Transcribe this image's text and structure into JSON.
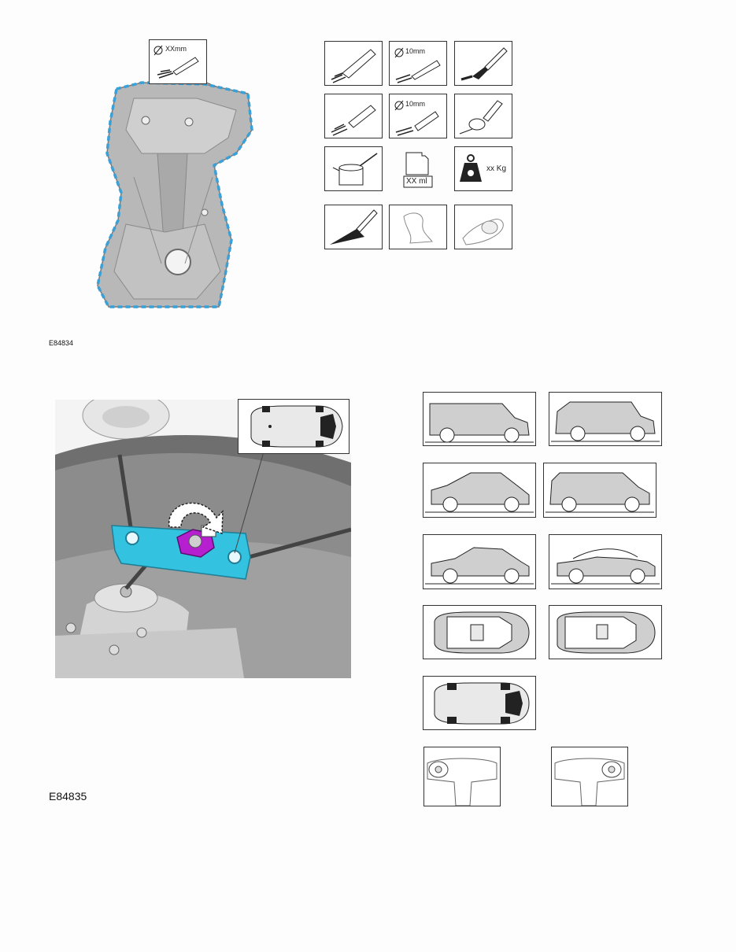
{
  "figures": [
    {
      "id": "E84834",
      "label": "E84834",
      "callout_dimension": "XXmm",
      "tool_icons": [
        {
          "name": "sealant-tube-icon",
          "text": ""
        },
        {
          "name": "sealant-tube-10mm-icon",
          "text": "10mm"
        },
        {
          "name": "brush-icon",
          "text": ""
        },
        {
          "name": "sealant-nozzle-icon",
          "text": ""
        },
        {
          "name": "sealant-nozzle-10mm-icon",
          "text": "10mm"
        },
        {
          "name": "roller-icon",
          "text": ""
        },
        {
          "name": "oil-can-icon",
          "text": ""
        },
        {
          "name": "measuring-jug-icon",
          "text": "XX ml"
        },
        {
          "name": "weight-icon",
          "text": "xx Kg"
        },
        {
          "name": "scraper-icon",
          "text": ""
        },
        {
          "name": "cloth-icon",
          "text": ""
        },
        {
          "name": "hand-cleaning-icon",
          "text": ""
        }
      ]
    },
    {
      "id": "E84835",
      "label": "E84835",
      "vehicle_icons": [
        "van-side-icon",
        "suv-side-icon",
        "hatchback-side-icon",
        "estate-side-icon",
        "coupe-side-icon",
        "convertible-side-icon",
        "sedan-top-icon",
        "estate-top-icon",
        "chassis-top-icon",
        "dashboard-lhd-icon",
        "dashboard-rhd-icon"
      ]
    }
  ],
  "colors": {
    "seal_dash": "#3aa0d8",
    "tool_highlight": "#33c3e0",
    "bolt_highlight": "#b51fd0",
    "panel_gray": "#bcbcbc"
  }
}
